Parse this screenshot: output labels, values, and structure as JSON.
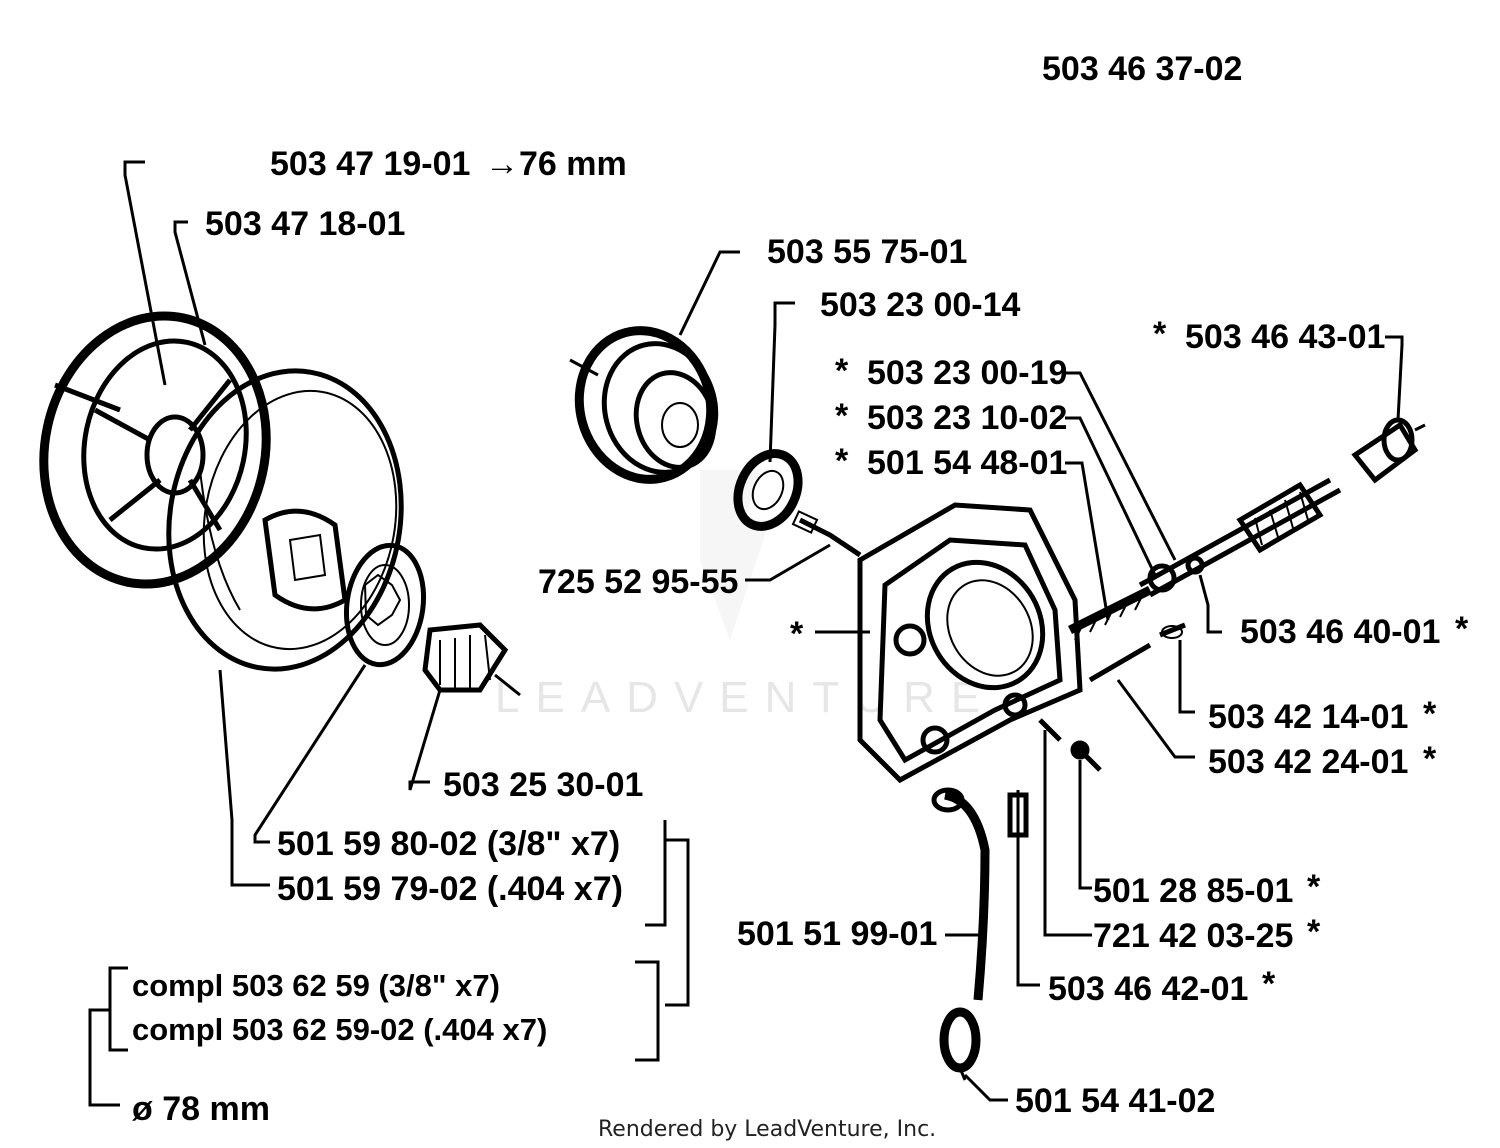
{
  "assembly_number": "503 46 37-02",
  "watermark": "LEADVENTURE",
  "footer": "Rendered by LeadVenture, Inc.",
  "labels": {
    "clutch_drum_76": "503 47 19-01",
    "clutch_drum_76_suffix": "→76 mm",
    "clutch_shoe": "503 47 18-01",
    "bearing": "503 55 75-01",
    "washer_1": "503 23 00-14",
    "part_46_43": "503 46 43-01",
    "part_23_00_19": "503 23 00-19",
    "part_23_10_02": "503 23 10-02",
    "part_54_48": "501 54 48-01",
    "part_52_95": "725 52 95-55",
    "part_46_40": "503 46 40-01",
    "part_42_14": "503 42 14-01",
    "part_42_24": "503 42 24-01",
    "needle_bearing": "503 25 30-01",
    "rim_38": "501 59 80-02 (3/8\" x7)",
    "rim_404": "501 59 79-02 (.404 x7)",
    "compl_38": "compl 503 62 59 (3/8\" x7)",
    "compl_404": "compl 503 62 59-02 (.404 x7)",
    "diameter": "ø 78 mm",
    "oil_hose": "501 51 99-01",
    "part_28_85": "501 28 85-01",
    "part_42_03": "721 42 03-25",
    "part_46_42": "503 46 42-01",
    "oil_filter": "501 54 41-02",
    "asterisk": "*"
  }
}
